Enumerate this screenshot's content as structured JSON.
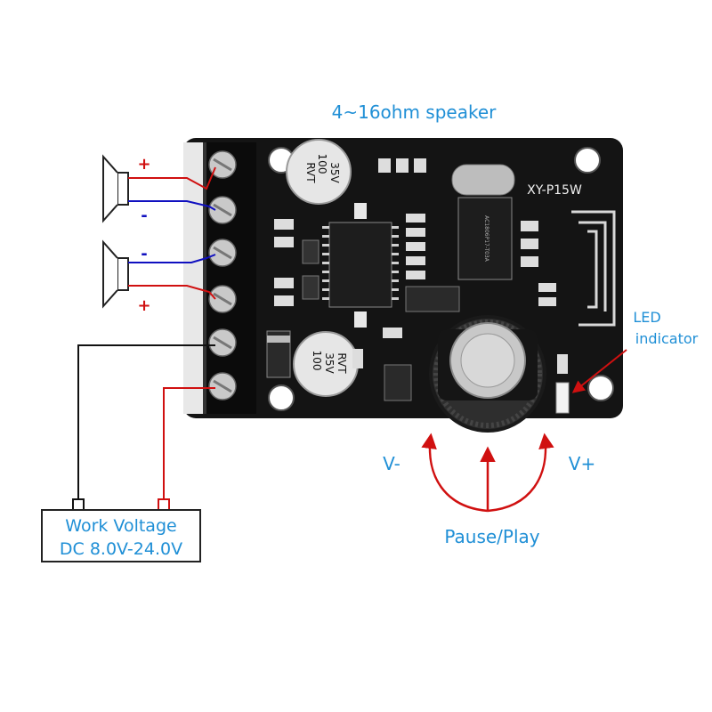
{
  "title": "4~16ohm speaker",
  "board": {
    "model": "XY-P15W",
    "capacitor_top": {
      "line1": "100",
      "line2": "35V",
      "line3": "RVT"
    },
    "capacitor_bottom": {
      "line1": "100",
      "line2": "35V",
      "line3": "RVT"
    },
    "chip_label": "AC1806P17-T03A"
  },
  "speaker_top": {
    "plus": "+",
    "minus": "-"
  },
  "speaker_bottom": {
    "minus": "-",
    "plus": "+"
  },
  "power": {
    "line1": "Work Voltage",
    "line2": "DC 8.0V-24.0V"
  },
  "led": {
    "line1": "LED",
    "line2": "indicator"
  },
  "knob": {
    "left": "V-",
    "right": "V+",
    "press": "Pause/Play"
  },
  "colors": {
    "label_blue": "#1f8fd6",
    "positive_red": "#d01010",
    "negative_blue": "#1010c0",
    "board_black": "#141414"
  }
}
